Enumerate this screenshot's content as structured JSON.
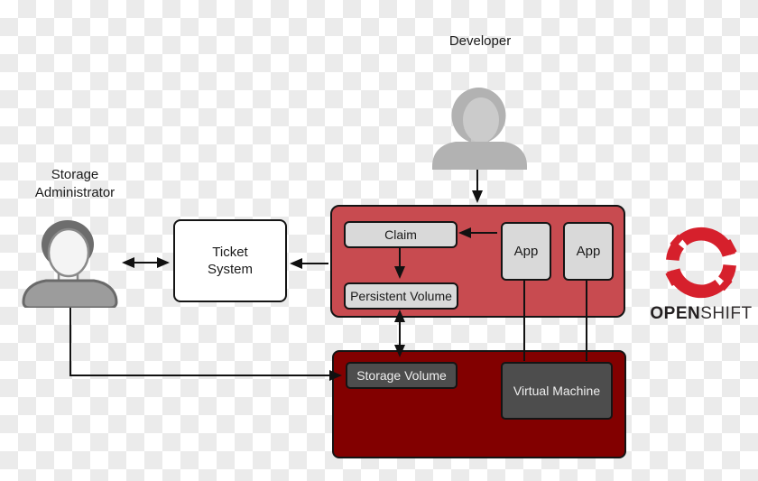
{
  "diagram": {
    "actors": {
      "developer": {
        "label": "Developer"
      },
      "storage_admin": {
        "label": "Storage Administrator"
      }
    },
    "nodes": {
      "ticket_system": {
        "label": "Ticket System"
      },
      "claim": {
        "label": "Claim"
      },
      "persistent_volume": {
        "label": "Persistent Volume"
      },
      "apps": [
        {
          "label": "App"
        },
        {
          "label": "App"
        }
      ],
      "storage_volume": {
        "label": "Storage Volume"
      },
      "virtual_machine": {
        "label": "Virtual Machine"
      }
    },
    "logo": {
      "open": "OPEN",
      "shift": "SHIFT"
    },
    "colors": {
      "platform_red": "#c84b50",
      "infrastructure_dark_red": "#820000",
      "node_light_gray": "#d9d9d9",
      "node_dark_gray": "#4d4d4d",
      "logo_red": "#d6202c",
      "checker_gray": "#ebebeb",
      "arrow_black": "#111111"
    }
  }
}
